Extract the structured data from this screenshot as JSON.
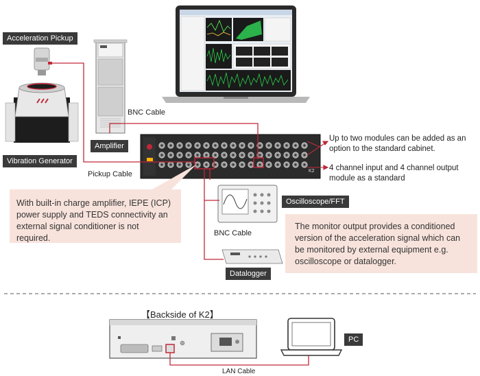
{
  "labels": {
    "accel_pickup": "Acceleration Pickup",
    "vibration_generator": "Vibration Generator",
    "amplifier": "Amplifier",
    "bnc_cable_top": "BNC Cable",
    "pickup_cable": "Pickup Cable",
    "oscilloscope": "Oscilloscope/FFT",
    "bnc_cable_mid": "BNC Cable",
    "datalogger": "Datalogger",
    "k2_model": "K2",
    "backside_title": "【Backside of K2】",
    "pc": "PC",
    "lan_cable": "LAN Cable"
  },
  "notes": {
    "modules_added": "Up to two modules can be added as an option to the standard cabinet.",
    "channel_io": "4 channel input and 4 channel output module as a standard",
    "charge_amp": "With built-in charge amplifier, IEPE (ICP) power supply and TEDS connectivity an external signal conditioner is not required.",
    "monitor_output": "The monitor output provides a conditioned version of the acceleration signal which can be monitored by external equipment e.g. oscilloscope or datalogger."
  },
  "colors": {
    "cable": "#c0283a",
    "tag_bg": "#3a3a3a",
    "note_bg": "#f8e3dc",
    "dashed": "#555555"
  }
}
